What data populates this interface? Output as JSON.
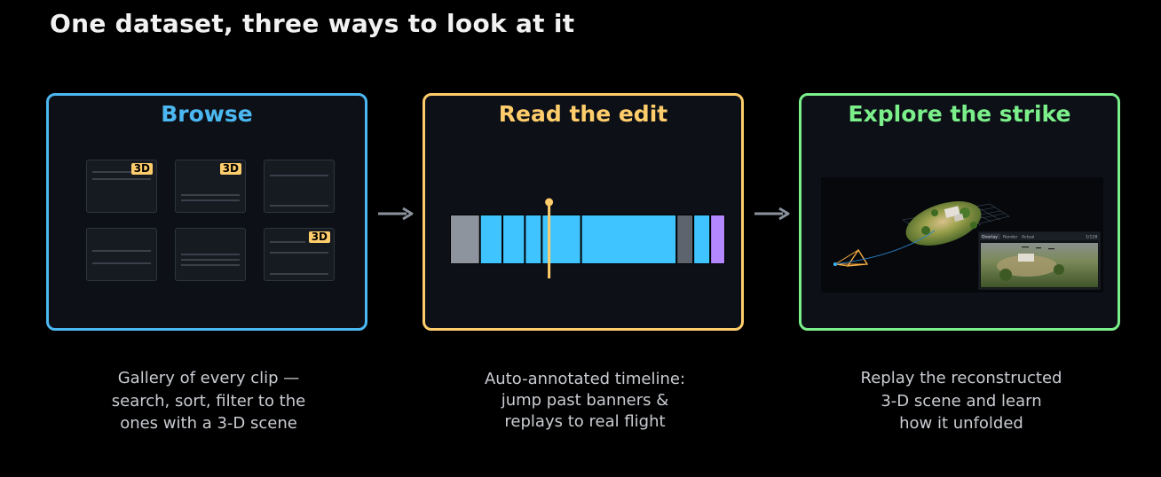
{
  "title": "One dataset, three ways to look at it",
  "panels": [
    {
      "title": "Browse",
      "badge": "3D",
      "caption": [
        "Gallery of every clip —",
        "search, sort, filter to the",
        "ones with a 3-D scene"
      ]
    },
    {
      "title": "Read the edit",
      "caption": [
        "Auto-annotated timeline:",
        "jump past banners &",
        "replays to real flight"
      ]
    },
    {
      "title": "Explore the strike",
      "caption": [
        "Replay the reconstructed",
        "3-D scene and learn",
        "how it unfolded"
      ],
      "scene_tabs": [
        "Overlay",
        "Render",
        "Actual"
      ],
      "scene_counter": "1/128"
    }
  ],
  "colors": {
    "browse": "#4cb8f2",
    "edit": "#ffcd6b",
    "explore": "#7bef8a",
    "arrow": "#8a919c",
    "segment_blue": "#40c4ff",
    "segment_gray": "#8d949e",
    "segment_dark": "#5d646e",
    "segment_purple": "#b388ff"
  },
  "timeline": {
    "playhead_fraction": 0.36,
    "segments": [
      {
        "kind": "gray",
        "weight": 3.2
      },
      {
        "kind": "blue",
        "weight": 2.4
      },
      {
        "kind": "blue",
        "weight": 2.4
      },
      {
        "kind": "blue",
        "weight": 1.8
      },
      {
        "kind": "blue",
        "weight": 4.2
      },
      {
        "kind": "blue",
        "weight": 10.2
      },
      {
        "kind": "dark",
        "weight": 1.8
      },
      {
        "kind": "blue",
        "weight": 1.8
      },
      {
        "kind": "purple",
        "weight": 1.6
      }
    ]
  },
  "icons": [
    "arrow-right-icon",
    "arrow-right-icon",
    "camera-frustum-icon"
  ]
}
